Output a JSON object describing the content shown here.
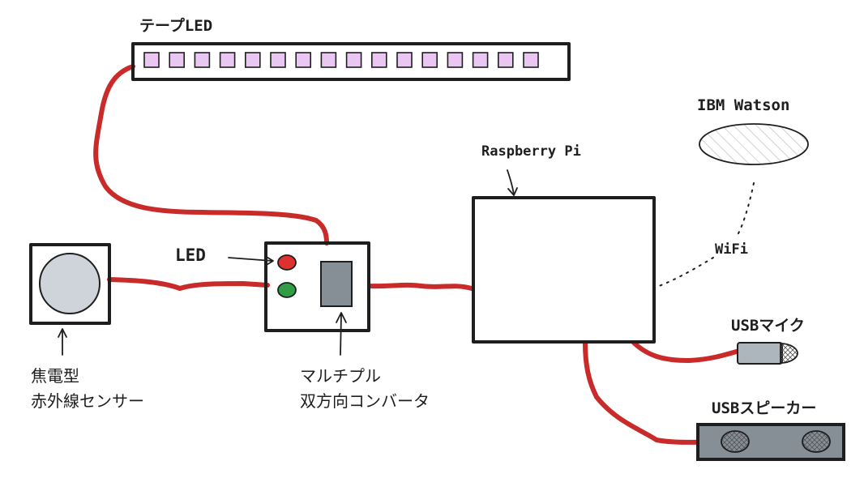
{
  "labels": {
    "tape_led": "テープLED",
    "ibm_watson": "IBM Watson",
    "raspberry_pi": "Raspberry Pi",
    "wifi": "WiFi",
    "led": "LED",
    "usb_mic": "USBマイク",
    "usb_speaker": "USBスピーカー",
    "sensor_line1": "焦電型",
    "sensor_line2": "赤外線センサー",
    "converter_line1": "マルチプル",
    "converter_line2": "双方向コンバータ"
  },
  "colors": {
    "wire": "#c92a2a",
    "hatch_green": "#40c057",
    "hatch_gray": "#c6c6c6",
    "led_cell": "#e9c7f2",
    "led_red": "#e03131",
    "led_green": "#2f9e44",
    "sensor_lens": "#ced4da",
    "chip": "#868e96",
    "mic_body": "#adb5bd",
    "ink": "#1e1e1e"
  }
}
